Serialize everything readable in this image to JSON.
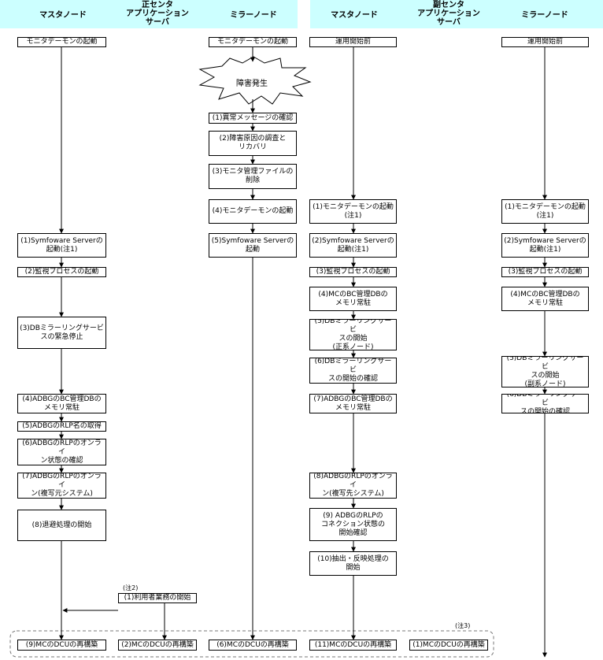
{
  "header": {
    "primary": {
      "master": "マスタノード",
      "app": "正センタ\nアプリケーション\nサーバ",
      "mirror": "ミラーノード"
    },
    "secondary": {
      "master": "マスタノード",
      "app": "副センタ\nアプリケーション\nサーバ",
      "mirror": "ミラーノード"
    }
  },
  "burst": "障害発生",
  "notes": {
    "note2": "(注2)",
    "note3": "(注3)"
  },
  "boxes": {
    "p_master": [
      "モニタデーモンの起動",
      "(1)Symfoware Serverの\n起動(注1)",
      "(2)監視プロセスの起動",
      "(3)DBミラーリングサービ\nスの緊急停止",
      "(4)ADBGのBC管理DBの\nメモリ常駐",
      "(5)ADBGのRLP名の取得",
      "(6)ADBGのRLPのオンライ\nン状態の確認",
      "(7)ADBGのRLPのオンライ\nン(複写元システム)",
      "(8)退避処理の開始",
      "(9)MCのDCUの再構築"
    ],
    "p_app": [
      "(1)利用者業務の開始",
      "(2)MCのDCUの再構築"
    ],
    "p_mirror": [
      "モニタデーモンの起動",
      "(1)異常メッセージの確認",
      "(2)障害原因の調査と\nリカバリ",
      "(3)モニタ管理ファイルの\n削除",
      "(4)モニタデーモンの起動",
      "(5)Symfoware Serverの\n起動",
      "(6)MCのDCUの再構築"
    ],
    "s_master": [
      "運用開始前",
      "(1)モニタデーモンの起動\n(注1)",
      "(2)Symfoware Serverの\n起動(注1)",
      "(3)監視プロセスの起動",
      "(4)MCのBC管理DBの\nメモリ常駐",
      "(5)DBミラーリングサービ\nスの開始\n(正系ノード)",
      "(6)DBミラーリングサービ\nスの開始の確認",
      "(7)ADBGのBC管理DBの\nメモリ常駐",
      "(8)ADBGのRLPのオンライ\nン(複写先システム)",
      "(9) ADBGのRLPの\nコネクション状態の\n開始確認",
      "(10)抽出・反映処理の\n開始",
      "(11)MCのDCUの再構築"
    ],
    "s_app": [
      "(1)MCのDCUの再構築"
    ],
    "s_mirror": [
      "運用開始前",
      "(1)モニタデーモンの起動\n(注1)",
      "(2)Symfoware Serverの\n起動(注1)",
      "(3)監視プロセスの起動",
      "(4)MCのBC管理DBの\nメモリ常駐",
      "(5)DBミラーリングサービ\nスの開始\n(副系ノード)",
      "(6)DBミラーリングサービ\nスの開始の確認"
    ]
  }
}
